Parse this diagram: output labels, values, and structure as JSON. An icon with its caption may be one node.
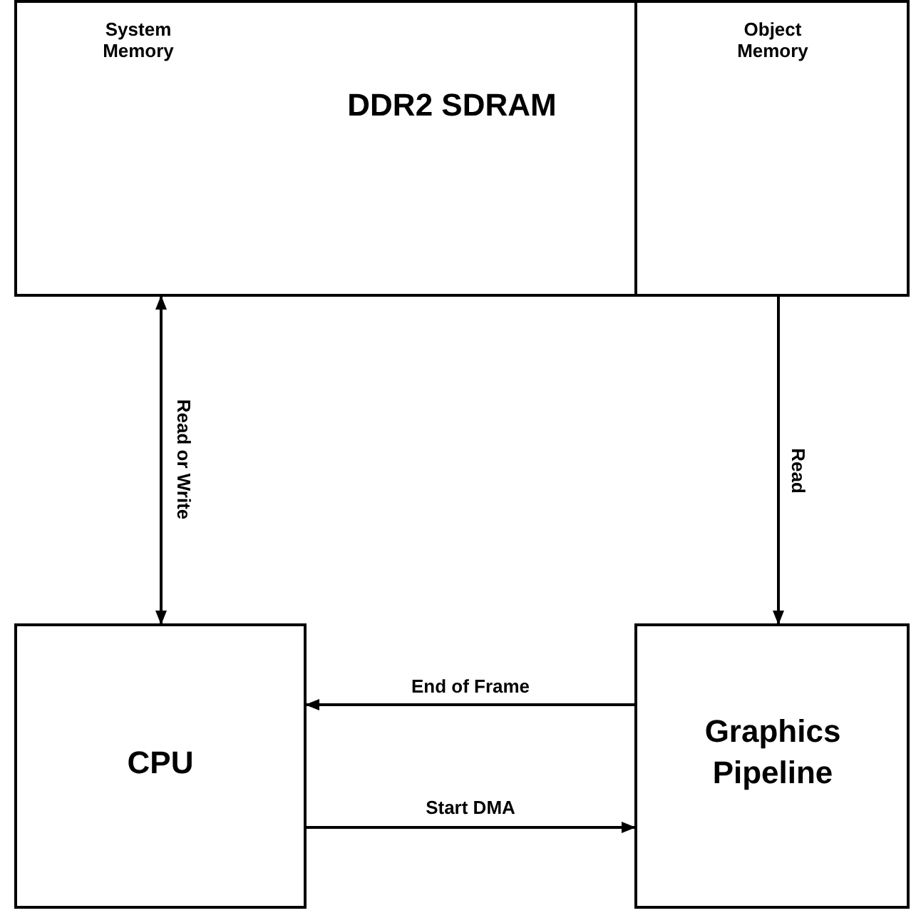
{
  "diagram": {
    "nodes": [
      {
        "text": [
          "System Memory",
          "DDR2 SDRAM"
        ]
      },
      {
        "text": [
          "Object Memory"
        ]
      },
      {
        "text": [
          "CPU"
        ]
      },
      {
        "text": [
          "Graphics Pipeline"
        ]
      }
    ],
    "edges": [
      {
        "from": 0,
        "to": 2,
        "arrow": "both",
        "label": "Read or Write"
      },
      {
        "from": 1,
        "to": 3,
        "arrow": "to",
        "label": "Read"
      },
      {
        "from": 3,
        "to": 2,
        "arrow": "to",
        "label": "End of Frame"
      },
      {
        "from": 2,
        "to": 3,
        "arrow": "to",
        "label": "Start DMA"
      }
    ]
  }
}
